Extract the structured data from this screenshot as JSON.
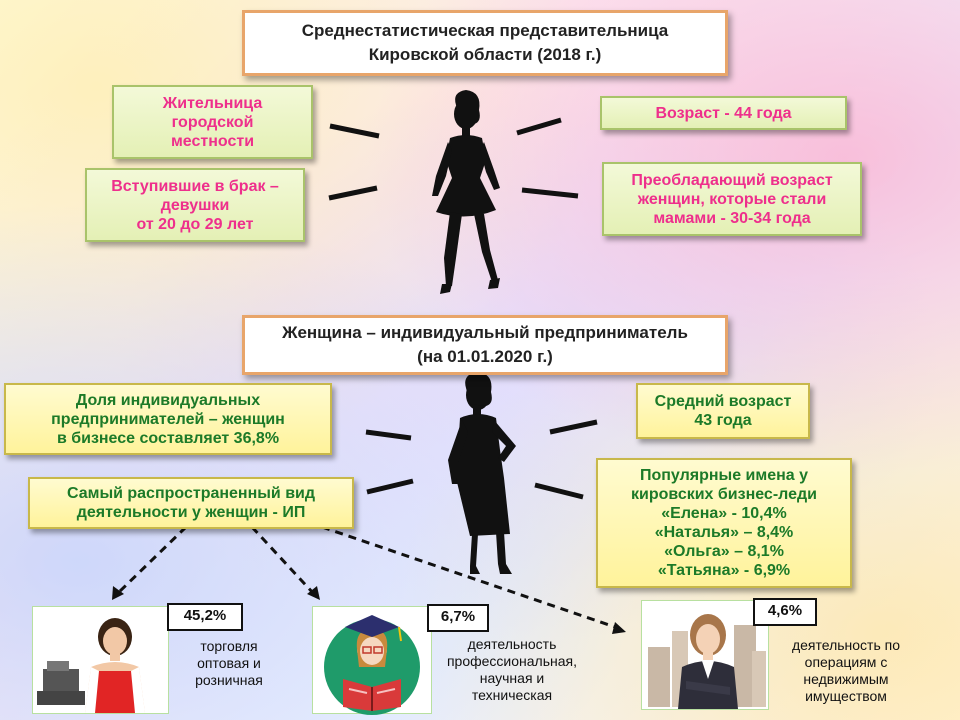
{
  "section1": {
    "title_line1": "Среднестатистическая  представительница",
    "title_line2": "Кировской  области  (2018 г.)",
    "resident": [
      "Жительница",
      "городской",
      "местности"
    ],
    "age": "Возраст - 44 года",
    "married": [
      "Вступившие в брак –",
      "девушки",
      "от 20 до 29 лет"
    ],
    "mother_age": [
      "Преобладающий возраст",
      "женщин, которые стали",
      "мамами - 30-34 года"
    ]
  },
  "section2": {
    "title_line1": "Женщина – индивидуальный  предприниматель",
    "title_line2": "(на 01.01.2020 г.)",
    "share": [
      "Доля индивидуальных",
      "предпринимателей – женщин",
      "в бизнесе составляет  36,8%"
    ],
    "avg_age": [
      "Средний возраст",
      "43 года"
    ],
    "activity": [
      "Самый распространенный  вид",
      "деятельности у женщин - ИП"
    ],
    "names": [
      "Популярные  имена у",
      "кировских  бизнес-леди",
      "«Елена» - 10,4%",
      "«Наталья»   – 8,4%",
      "«Ольга» – 8,1%",
      "«Татьяна» - 6,9%"
    ]
  },
  "activities": [
    {
      "percent": "45,2%",
      "caption": [
        "торговля",
        "оптовая и",
        "розничная"
      ],
      "icon": "cashier-woman-icon"
    },
    {
      "percent": "6,7%",
      "caption": [
        "деятельность",
        "профессиональная,",
        "научная и",
        "техническая"
      ],
      "icon": "graduate-reading-icon"
    },
    {
      "percent": "4,6%",
      "caption": [
        "деятельность по",
        "операциям  с",
        "недвижимым",
        "имуществом"
      ],
      "icon": "businesswoman-buildings-icon"
    }
  ],
  "colors": {
    "pink_text": "#ee2f8c",
    "green_text": "#1c7a28",
    "title_border": "#e8a56a"
  }
}
